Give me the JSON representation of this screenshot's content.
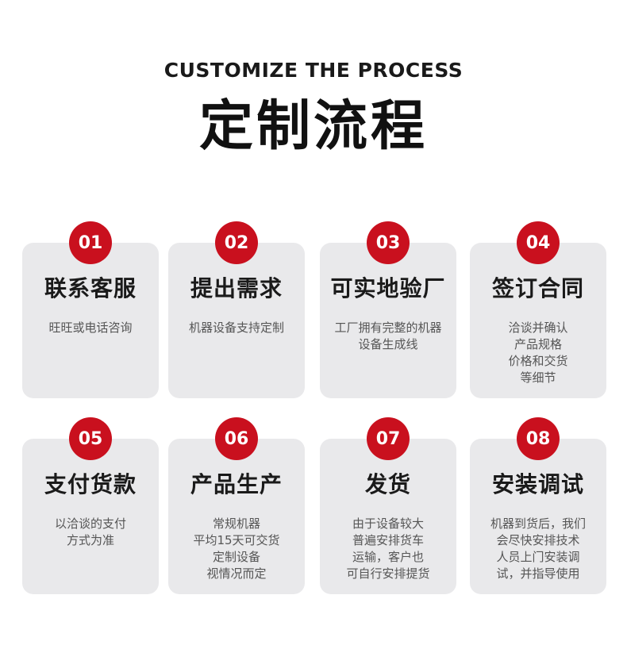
{
  "header": {
    "subtitle": "CUSTOMIZE THE PROCESS",
    "title": "定制流程"
  },
  "accent_color": "#c9101e",
  "card_color": "#e9e9eb",
  "steps": [
    {
      "number": "01",
      "title": "联系客服",
      "desc": [
        "旺旺或电话咨询"
      ]
    },
    {
      "number": "02",
      "title": "提出需求",
      "desc": [
        "机器设备支持定制"
      ]
    },
    {
      "number": "03",
      "title": "可实地验厂",
      "desc": [
        "工厂拥有完整的机器",
        "设备生成线"
      ]
    },
    {
      "number": "04",
      "title": "签订合同",
      "desc": [
        "洽谈并确认",
        "产品规格",
        "价格和交货",
        "等细节"
      ]
    },
    {
      "number": "05",
      "title": "支付货款",
      "desc": [
        "以洽谈的支付",
        "方式为准"
      ]
    },
    {
      "number": "06",
      "title": "产品生产",
      "desc": [
        "常规机器",
        "平均15天可交货",
        "定制设备",
        "视情况而定"
      ]
    },
    {
      "number": "07",
      "title": "发货",
      "desc": [
        "由于设备较大",
        "普遍安排货车",
        "运输，客户也",
        "可自行安排提货"
      ]
    },
    {
      "number": "08",
      "title": "安装调试",
      "desc": [
        "机器到货后，我们",
        "会尽快安排技术",
        "人员上门安装调",
        "试，并指导使用"
      ]
    }
  ]
}
